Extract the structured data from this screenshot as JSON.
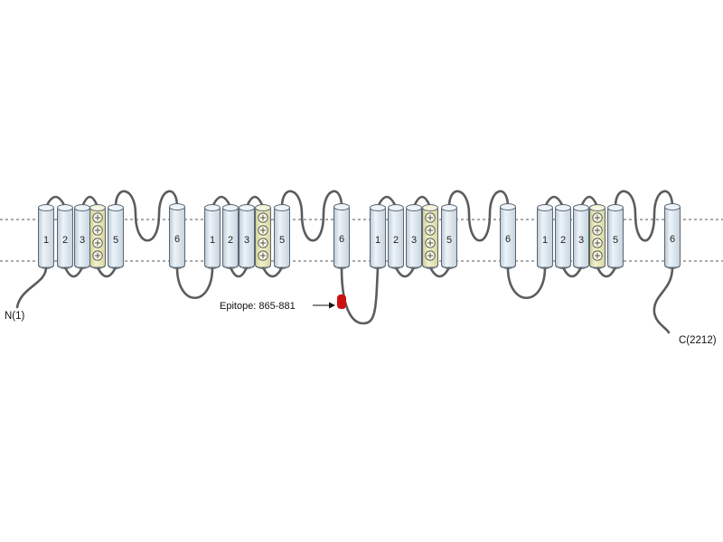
{
  "diagram": {
    "domains": [
      {
        "segments": [
          "1",
          "2",
          "3",
          "",
          "5",
          "6"
        ]
      },
      {
        "segments": [
          "1",
          "2",
          "3",
          "",
          "5",
          "6"
        ]
      },
      {
        "segments": [
          "1",
          "2",
          "3",
          "",
          "5",
          "6"
        ]
      },
      {
        "segments": [
          "1",
          "2",
          "3",
          "",
          "5",
          "6"
        ]
      }
    ],
    "voltage_sensor_symbol": "⊕",
    "n_terminus_label": "N(1)",
    "c_terminus_label": "C(2212)",
    "epitope_label": "Epitope: 865-881",
    "colors": {
      "helix_fill": "#dfe9f2",
      "s4_fill": "#e9e8b8",
      "loop": "#5c5c5c",
      "epitope": "#cc1111",
      "membrane_line": "#555555"
    }
  }
}
